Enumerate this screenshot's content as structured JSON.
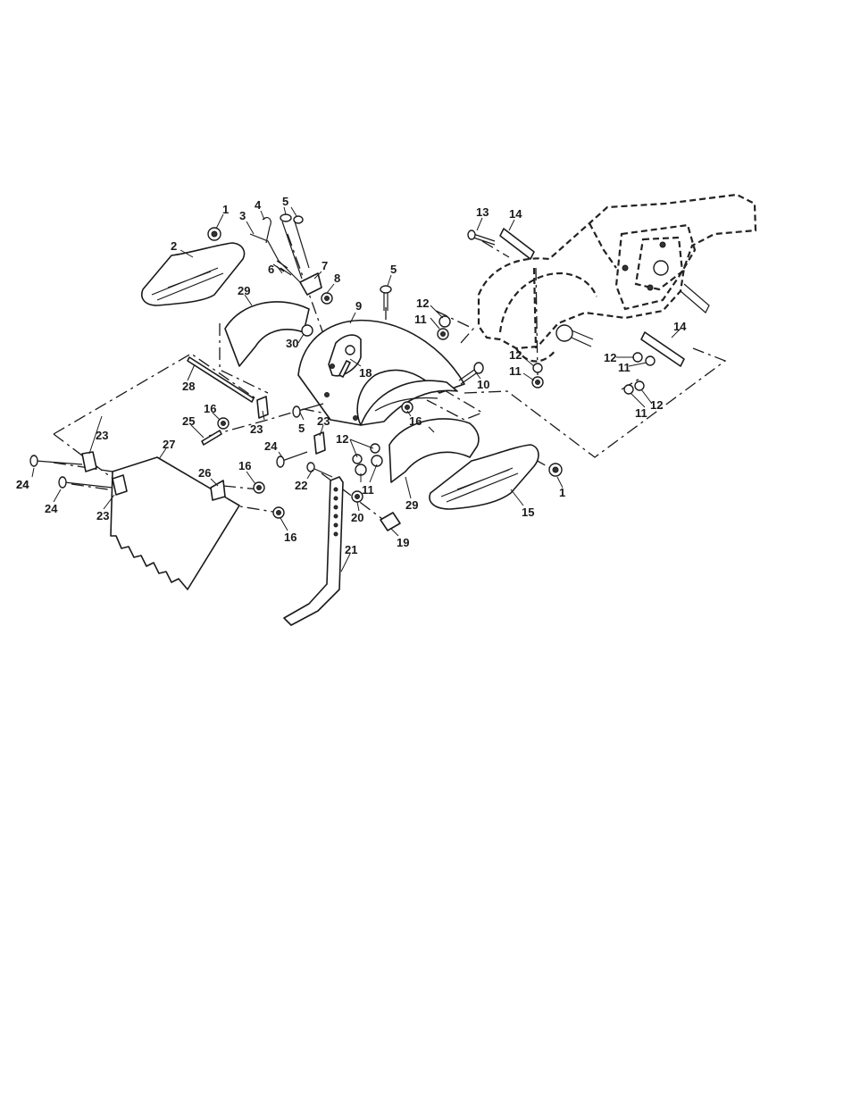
{
  "callouts": [
    {
      "n": "1"
    },
    {
      "n": "2"
    },
    {
      "n": "3"
    },
    {
      "n": "4"
    },
    {
      "n": "5"
    },
    {
      "n": "6"
    },
    {
      "n": "7"
    },
    {
      "n": "8"
    },
    {
      "n": "29"
    },
    {
      "n": "9"
    },
    {
      "n": "5"
    },
    {
      "n": "30"
    },
    {
      "n": "18"
    },
    {
      "n": "28"
    },
    {
      "n": "13"
    },
    {
      "n": "14"
    },
    {
      "n": "12"
    },
    {
      "n": "11"
    },
    {
      "n": "14"
    },
    {
      "n": "12"
    },
    {
      "n": "11"
    },
    {
      "n": "12"
    },
    {
      "n": "11"
    },
    {
      "n": "11"
    },
    {
      "n": "12"
    },
    {
      "n": "10"
    },
    {
      "n": "16"
    },
    {
      "n": "16"
    },
    {
      "n": "25"
    },
    {
      "n": "23"
    },
    {
      "n": "5"
    },
    {
      "n": "23"
    },
    {
      "n": "23"
    },
    {
      "n": "27"
    },
    {
      "n": "24"
    },
    {
      "n": "24"
    },
    {
      "n": "12"
    },
    {
      "n": "11"
    },
    {
      "n": "26"
    },
    {
      "n": "16"
    },
    {
      "n": "22"
    },
    {
      "n": "24"
    },
    {
      "n": "23"
    },
    {
      "n": "24"
    },
    {
      "n": "20"
    },
    {
      "n": "19"
    },
    {
      "n": "16"
    },
    {
      "n": "29"
    },
    {
      "n": "15"
    },
    {
      "n": "1"
    },
    {
      "n": "21"
    }
  ]
}
